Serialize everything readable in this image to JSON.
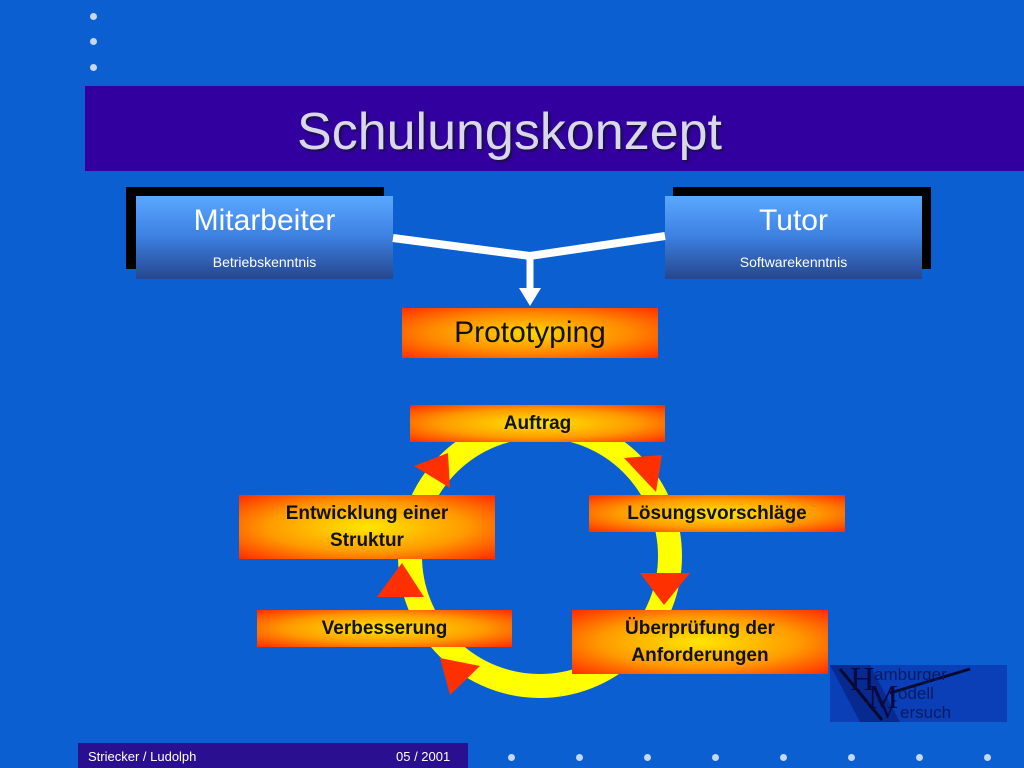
{
  "title": "Schulungskonzept",
  "roles": {
    "left": {
      "title": "Mitarbeiter",
      "subtitle": "Betriebskenntnis"
    },
    "right": {
      "title": "Tutor",
      "subtitle": "Softwarekenntnis"
    }
  },
  "center": {
    "label": "Prototyping"
  },
  "cycle": {
    "top": "Auftrag",
    "right_upper": "Lösungsvorschläge",
    "right_lower": [
      "Überprüfung der",
      "Anforderungen"
    ],
    "left_lower": "Verbesserung",
    "left_upper": [
      "Entwicklung einer",
      "Struktur"
    ]
  },
  "logo": {
    "letters": [
      "H",
      "M",
      "V"
    ],
    "words": [
      "amburger",
      "odell",
      "ersuch"
    ]
  },
  "footer": {
    "author": "Striecker / Ludolph",
    "date": "05 / 2001"
  },
  "colors": {
    "background": "#0b5fd0",
    "title_bar": "#3300a0",
    "cycle_ring": "#ffff00",
    "arrow": "#ff2a00"
  }
}
